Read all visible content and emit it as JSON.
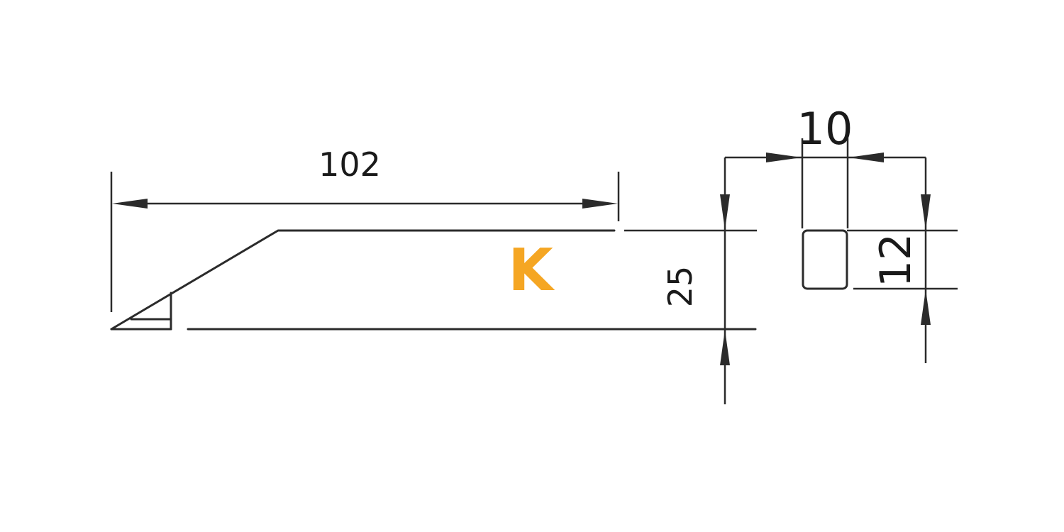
{
  "dimensions": {
    "length": "102",
    "height": "25",
    "thickness": "10",
    "width": "12"
  },
  "mark": {
    "label": "K",
    "color": "#f5a623"
  },
  "line_color": "#2b2b2b"
}
